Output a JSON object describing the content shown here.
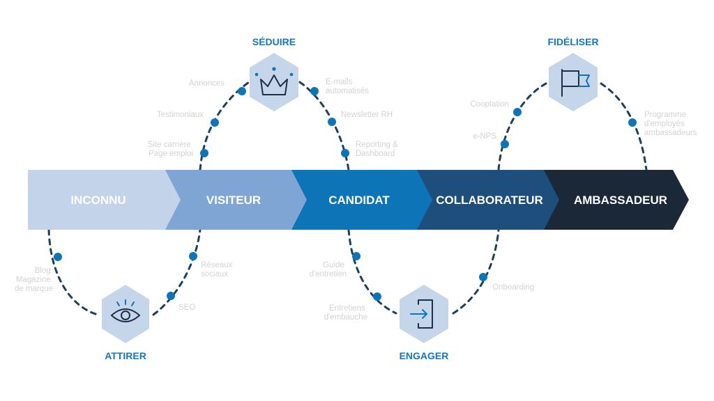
{
  "stages": [
    {
      "label": "INCONNU",
      "color": "#c3d3ea"
    },
    {
      "label": "VISITEUR",
      "color": "#7ea5d3"
    },
    {
      "label": "CANDIDAT",
      "color": "#0d74b8"
    },
    {
      "label": "COLLABORATEUR",
      "color": "#1e4f7c"
    },
    {
      "label": "AMBASSADEUR",
      "color": "#1b2838"
    }
  ],
  "phases": {
    "attirer": {
      "label": "ATTIRER",
      "icon": "eye-icon"
    },
    "seduire": {
      "label": "SÉDUIRE",
      "icon": "crown-icon"
    },
    "engager": {
      "label": "ENGAGER",
      "icon": "enter-door-icon"
    },
    "fideliser": {
      "label": "FIDÉLISER",
      "icon": "flag-icon"
    }
  },
  "touchpoints": {
    "blog": [
      "Blog",
      "Magazine",
      "de marque"
    ],
    "reseaux": [
      "Réseaux",
      "sociaux"
    ],
    "seo": [
      "SEO"
    ],
    "site": [
      "Site carrière",
      "Page emploi"
    ],
    "testimoniaux": [
      "Testimoniaux"
    ],
    "annonces": [
      "Annonces"
    ],
    "emails": [
      "E-mails",
      "automatisés"
    ],
    "newsletter": [
      "Newsletter RH"
    ],
    "reporting": [
      "Reporting &",
      "Dashboard"
    ],
    "guide": [
      "Guide",
      "d'entretien"
    ],
    "entretiens": [
      "Entretiens",
      "d'embauche"
    ],
    "onboarding": [
      "Onboarding"
    ],
    "enps": [
      "e-NPS"
    ],
    "cooptation": [
      "Cooptation"
    ],
    "programme": [
      "Programme",
      "d'employés",
      "ambassadeurs"
    ]
  },
  "colors": {
    "hexagon": "#c6d6ea",
    "curve": "#1c3f5e",
    "dot": "#0d74b8",
    "phase_label": "#1078c0",
    "touchpoint_text": "#d2d2d2",
    "icon_stroke": "#1b2f4a",
    "icon_accent": "#0d74b8"
  }
}
